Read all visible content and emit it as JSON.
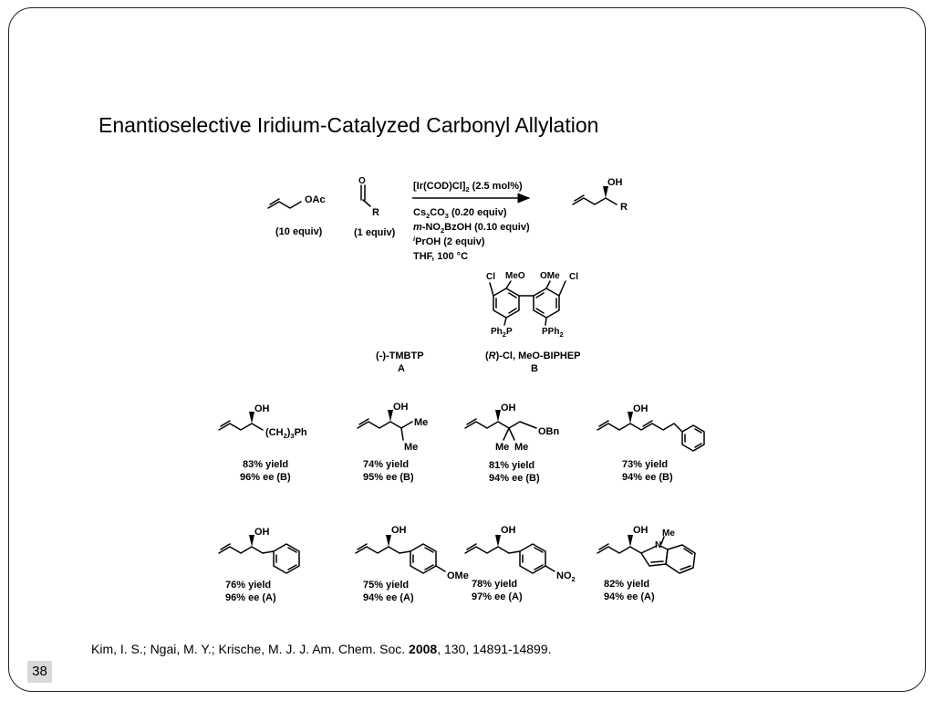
{
  "slide": {
    "title": "Enantioselective Iridium-Catalyzed Carbonyl Allylation",
    "page_number": "38"
  },
  "scheme": {
    "reagent1": {
      "label": "OAc",
      "equiv": "(10 equiv)"
    },
    "reagent2": {
      "label": "R",
      "equiv": "(1 equiv)"
    },
    "conditions": {
      "catalyst": "[Ir(COD)Cl]",
      "catalyst_sub": "2",
      "catalyst_tail": " (2.5 mol%)",
      "base_a": "Cs",
      "base_a_sub": "2",
      "base_b": "CO",
      "base_b_sub": "3",
      "base_tail": " (0.20 equiv)",
      "acid_prefix": "m",
      "acid_a": "-NO",
      "acid_sub": "2",
      "acid_tail": "BzOH (0.10 equiv)",
      "alcohol_prefix": "i",
      "alcohol": "PrOH (2 equiv)",
      "solvent": "THF, 100 °C"
    },
    "product": {
      "oh": "OH",
      "r": "R"
    },
    "ligand_labels": {
      "cl": "Cl",
      "meo": "MeO",
      "ome": "OMe",
      "ph2p": "Ph",
      "ph2p_sub": "2",
      "ph2p_tail": "P",
      "pph2": "PPh",
      "pph2_sub": "2"
    },
    "ligand_a": {
      "name": "(-)-TMBTP",
      "letter": "A"
    },
    "ligand_b": {
      "name_open": "(",
      "name_r": "R",
      "name_tail": ")-Cl, MeO-BIPHEP",
      "letter": "B"
    }
  },
  "products": [
    {
      "substituent": "(CH",
      "substituent_sub": "2",
      "substituent_tail": ")",
      "substituent_sub2": "3",
      "substituent_end": "Ph",
      "yield": "83% yield",
      "ee": "96% ee (B)"
    },
    {
      "substituent_1": "Me",
      "substituent_2": "Me",
      "yield": "74% yield",
      "ee": "95% ee (B)"
    },
    {
      "substituent_1": "Me",
      "substituent_2": "Me",
      "substituent_3": "OBn",
      "yield": "81% yield",
      "ee": "94% ee (B)"
    },
    {
      "yield": "73% yield",
      "ee": "94% ee (B)"
    },
    {
      "yield": "76% yield",
      "ee": "96% ee (A)"
    },
    {
      "substituent": "OMe",
      "yield": "75% yield",
      "ee": "94% ee (A)"
    },
    {
      "substituent": "NO",
      "substituent_sub": "2",
      "yield": "78% yield",
      "ee": "97% ee (A)"
    },
    {
      "n_label": "N",
      "me_label": "Me",
      "yield": "82% yield",
      "ee": "94% ee (A)"
    }
  ],
  "oh_label": "OH",
  "citation": {
    "text": "Kim, I. S.; Ngai, M. Y.; Krische, M. J. J. Am. Chem. Soc. ",
    "year": "2008",
    "tail": ", 130, 14891-14899."
  }
}
